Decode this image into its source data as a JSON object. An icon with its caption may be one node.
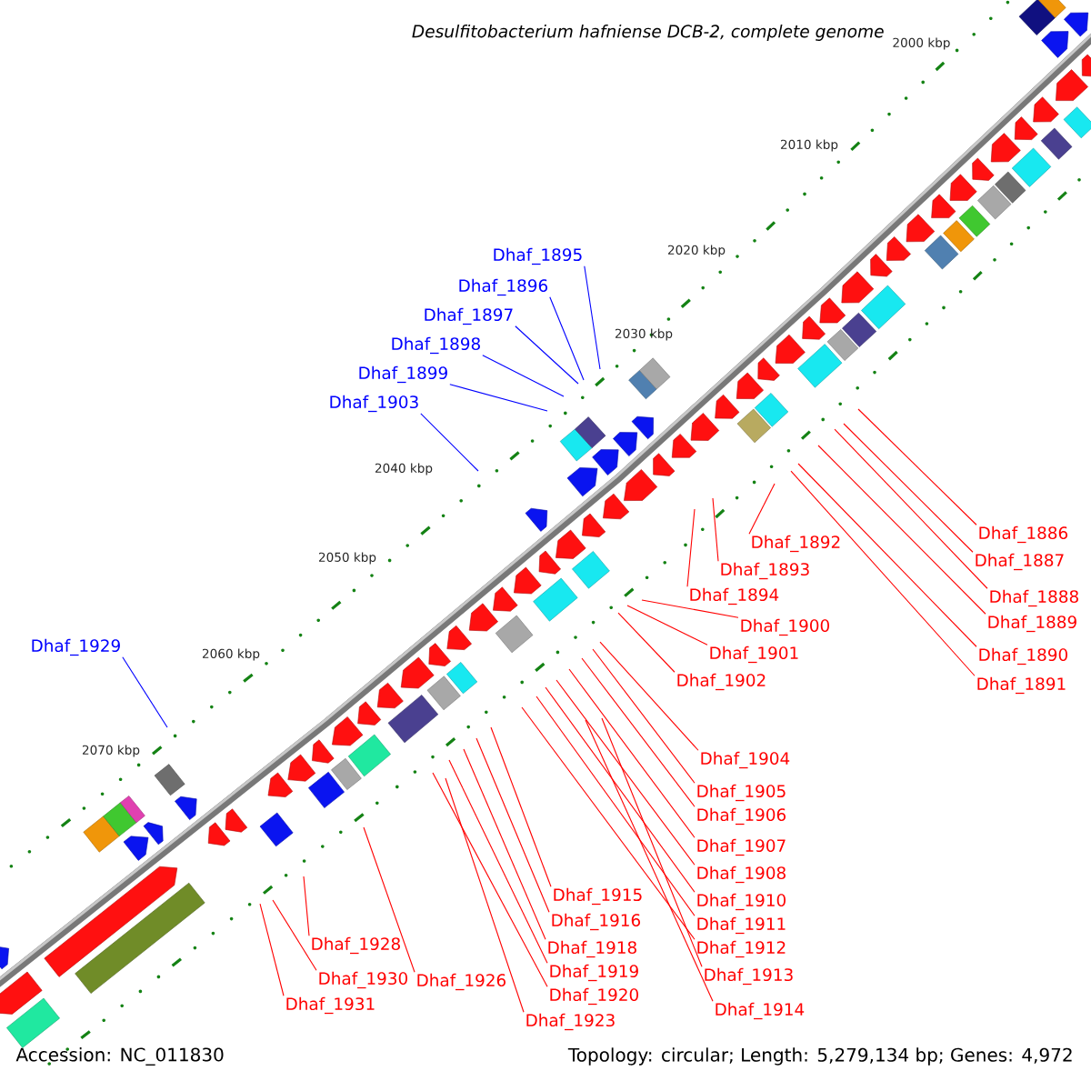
{
  "diagram": {
    "title": "*Desulfitobacterium hafniense* DCB-2, complete genome",
    "nodes": [
      {
        "text": [
          "Dhaf_1895"
        ]
      },
      {
        "text": [
          "Dhaf_1896"
        ]
      },
      {
        "text": [
          "Dhaf_1897"
        ]
      },
      {
        "text": [
          "Dhaf_1898"
        ]
      },
      {
        "text": [
          "Dhaf_1899"
        ]
      },
      {
        "text": [
          "Dhaf_1903"
        ]
      },
      {
        "text": [
          "Dhaf_1929"
        ]
      },
      {
        "text": [
          "Dhaf_1886"
        ]
      },
      {
        "text": [
          "Dhaf_1887"
        ]
      },
      {
        "text": [
          "Dhaf_1888"
        ]
      },
      {
        "text": [
          "Dhaf_1889"
        ]
      },
      {
        "text": [
          "Dhaf_1892"
        ]
      },
      {
        "text": [
          "Dhaf_1893"
        ]
      },
      {
        "text": [
          "Dhaf_1894"
        ]
      },
      {
        "text": [
          "Dhaf_1890"
        ]
      },
      {
        "text": [
          "Dhaf_1891"
        ]
      },
      {
        "text": [
          "Dhaf_1900"
        ]
      },
      {
        "text": [
          "Dhaf_1901"
        ]
      },
      {
        "text": [
          "Dhaf_1902"
        ]
      },
      {
        "text": [
          "Dhaf_1904"
        ]
      },
      {
        "text": [
          "Dhaf_1905"
        ]
      },
      {
        "text": [
          "Dhaf_1906"
        ]
      },
      {
        "text": [
          "Dhaf_1907"
        ]
      },
      {
        "text": [
          "Dhaf_1908"
        ]
      },
      {
        "text": [
          "Dhaf_1915"
        ]
      },
      {
        "text": [
          "Dhaf_1910"
        ]
      },
      {
        "text": [
          "Dhaf_1916"
        ]
      },
      {
        "text": [
          "Dhaf_1911"
        ]
      },
      {
        "text": [
          "Dhaf_1918"
        ]
      },
      {
        "text": [
          "Dhaf_1912"
        ]
      },
      {
        "text": [
          "Dhaf_1928"
        ]
      },
      {
        "text": [
          "Dhaf_1919"
        ]
      },
      {
        "text": [
          "Dhaf_1913"
        ]
      },
      {
        "text": [
          "Dhaf_1926"
        ]
      },
      {
        "text": [
          "Dhaf_1920"
        ]
      },
      {
        "text": [
          "Dhaf_1930"
        ]
      },
      {
        "text": [
          "Dhaf_1931"
        ]
      },
      {
        "text": [
          "Dhaf_1914"
        ]
      },
      {
        "text": [
          "Dhaf_1923"
        ]
      }
    ],
    "edges": [
      {
        "from": 0,
        "to": null,
        "arrow": "none",
        "color": "#0000ff"
      },
      {
        "from": 1,
        "to": null,
        "arrow": "none",
        "color": "#0000ff"
      },
      {
        "from": 2,
        "to": null,
        "arrow": "none",
        "color": "#0000ff"
      },
      {
        "from": 3,
        "to": null,
        "arrow": "none",
        "color": "#0000ff"
      },
      {
        "from": 4,
        "to": null,
        "arrow": "none",
        "color": "#0000ff"
      },
      {
        "from": 5,
        "to": null,
        "arrow": "none",
        "color": "#0000ff"
      },
      {
        "from": 6,
        "to": null,
        "arrow": "none",
        "color": "#0000ff"
      },
      {
        "from": 7,
        "to": null,
        "arrow": "none"
      },
      {
        "from": 8,
        "to": null,
        "arrow": "none"
      },
      {
        "from": 9,
        "to": null,
        "arrow": "none"
      },
      {
        "from": 10,
        "to": null,
        "arrow": "none"
      },
      {
        "from": 11,
        "to": null,
        "arrow": "none"
      },
      {
        "from": 12,
        "to": null,
        "arrow": "none"
      },
      {
        "from": 13,
        "to": null,
        "arrow": "none"
      },
      {
        "from": 14,
        "to": null,
        "arrow": "none"
      },
      {
        "from": 15,
        "to": null,
        "arrow": "none"
      },
      {
        "from": 16,
        "to": null,
        "arrow": "none"
      },
      {
        "from": 17,
        "to": null,
        "arrow": "none"
      },
      {
        "from": 18,
        "to": null,
        "arrow": "none"
      },
      {
        "from": 19,
        "to": null,
        "arrow": "none"
      },
      {
        "from": 20,
        "to": null,
        "arrow": "none"
      },
      {
        "from": 21,
        "to": null,
        "arrow": "none"
      },
      {
        "from": 22,
        "to": null,
        "arrow": "none"
      },
      {
        "from": 23,
        "to": null,
        "arrow": "none"
      },
      {
        "from": 24,
        "to": null,
        "arrow": "none"
      },
      {
        "from": 25,
        "to": null,
        "arrow": "none"
      },
      {
        "from": 26,
        "to": null,
        "arrow": "none"
      },
      {
        "from": 27,
        "to": null,
        "arrow": "none"
      },
      {
        "from": 28,
        "to": null,
        "arrow": "none"
      },
      {
        "from": 29,
        "to": null,
        "arrow": "none"
      },
      {
        "from": 30,
        "to": null,
        "arrow": "none"
      },
      {
        "from": 31,
        "to": null,
        "arrow": "none"
      },
      {
        "from": 32,
        "to": null,
        "arrow": "none"
      },
      {
        "from": 33,
        "to": null,
        "arrow": "none"
      },
      {
        "from": 34,
        "to": null,
        "arrow": "none"
      },
      {
        "from": 35,
        "to": null,
        "arrow": "none"
      },
      {
        "from": 36,
        "to": null,
        "arrow": "none"
      },
      {
        "from": 37,
        "to": null,
        "arrow": "none"
      },
      {
        "from": 38,
        "to": null,
        "arrow": "none"
      }
    ],
    "labels": [
      "2000 kbp",
      "2010 kbp",
      "2020 kbp",
      "2030 kbp",
      "2040 kbp",
      "2050 kbp",
      "2060 kbp",
      "2070 kbp",
      "Accession: NC_011830",
      "Topology: circular; Length: 5,279,134 bp; Genes: 4,972"
    ]
  }
}
